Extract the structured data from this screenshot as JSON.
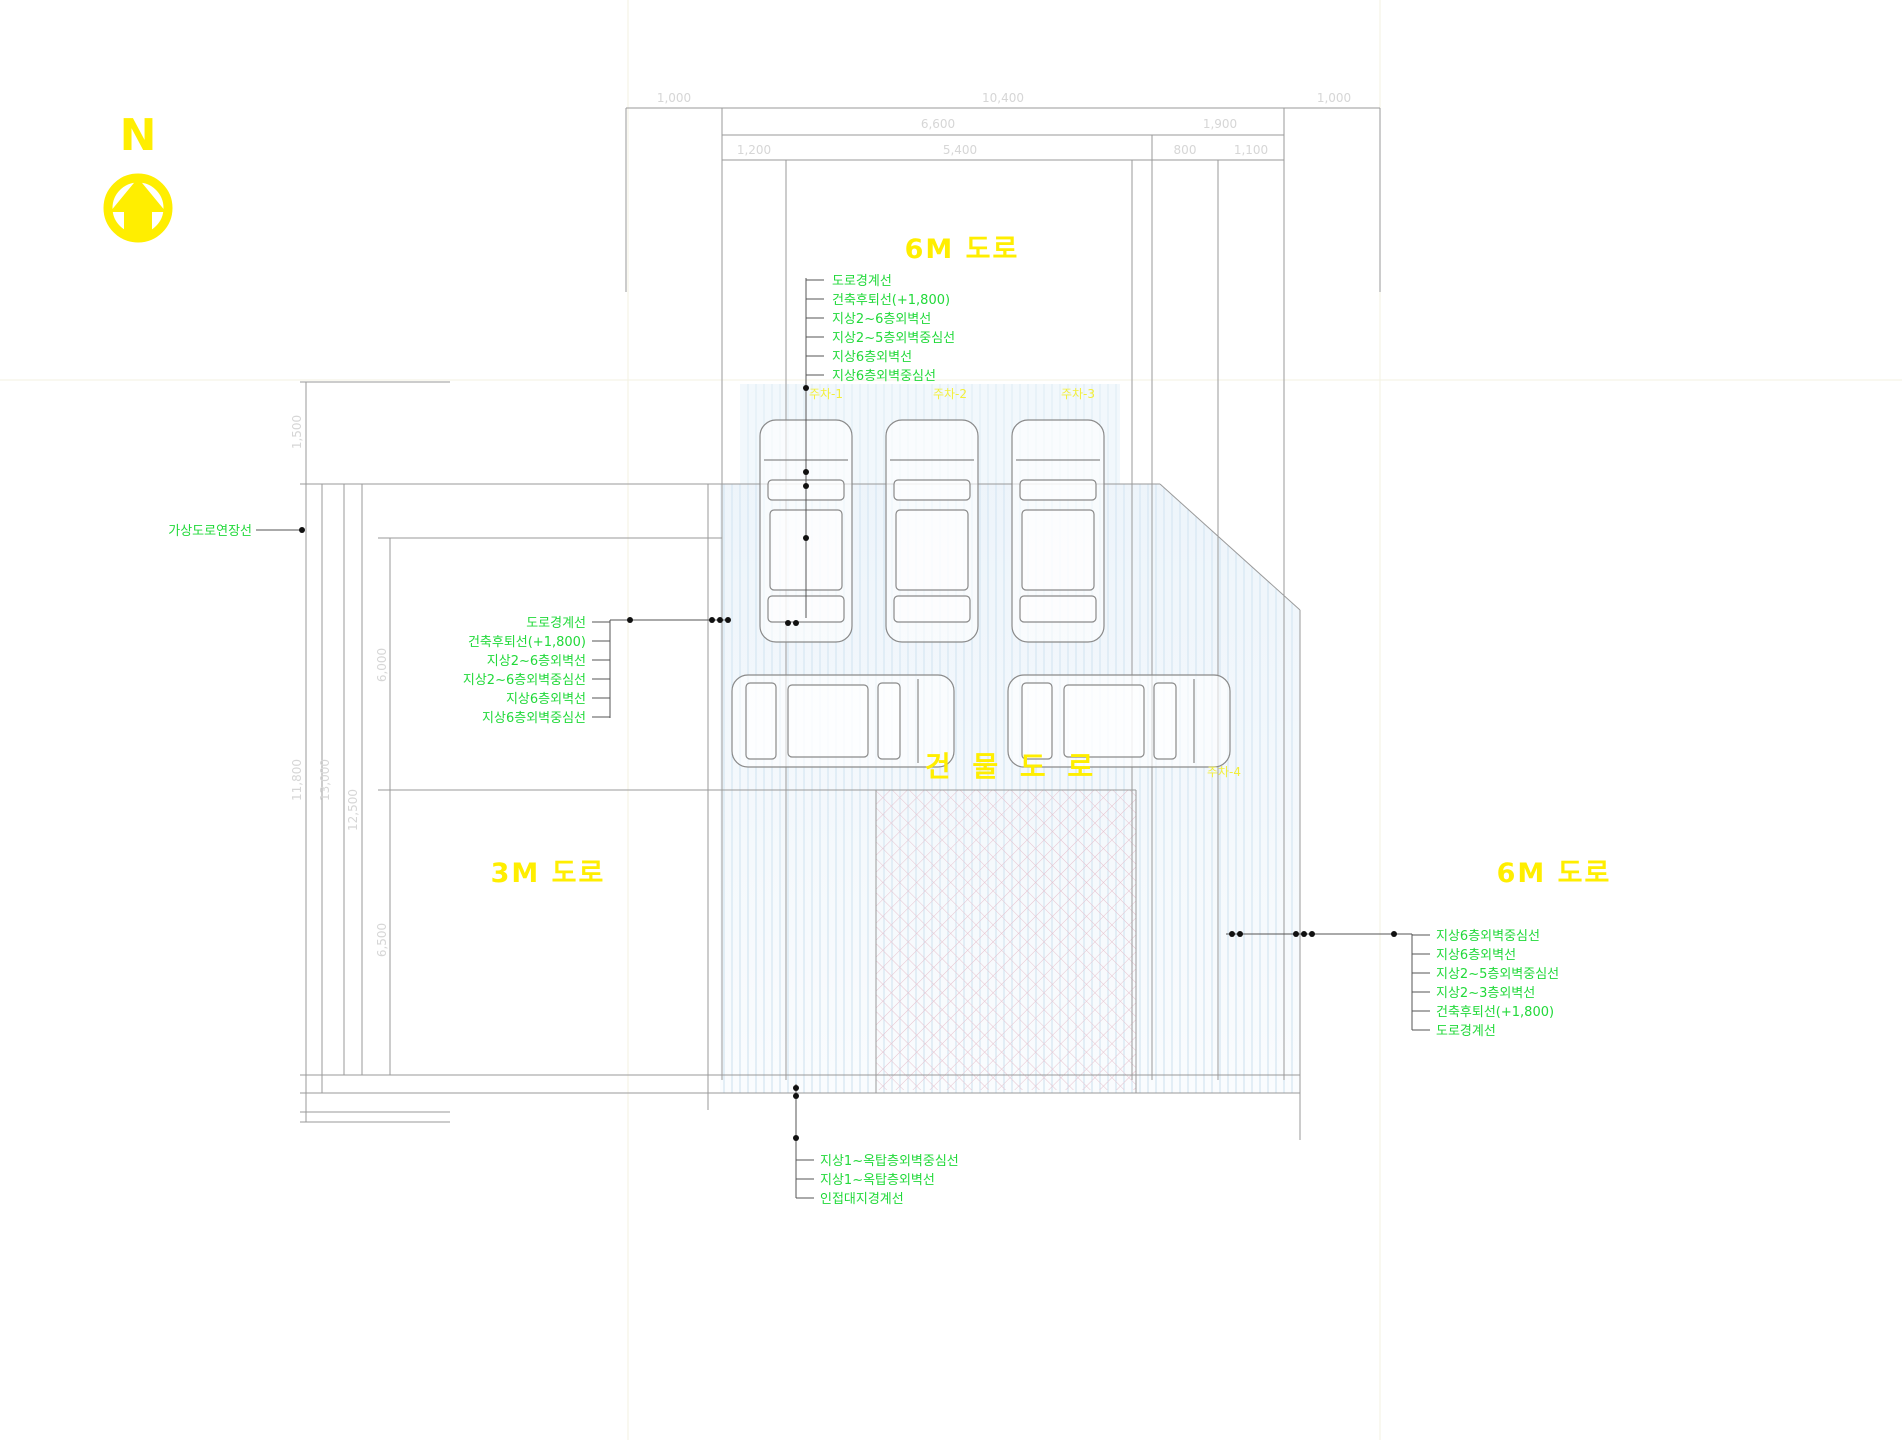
{
  "north_symbol": {
    "letter": "N",
    "icon": "north-arrow-icon"
  },
  "roads": {
    "north": "6M 도로",
    "west": "3M 도로",
    "east": "6M 도로",
    "site": "건 물 도 로"
  },
  "callouts": {
    "top": [
      "도로경계선",
      "건축후퇴선(+1,800)",
      "지상2~6층외벽선",
      "지상2~5층외벽중심선",
      "지상6층외벽선",
      "지상6층외벽중심선"
    ],
    "left_mid": [
      "도로경계선",
      "건축후퇴선(+1,800)",
      "지상2~6층외벽선",
      "지상2~6층외벽중심선",
      "지상6층외벽선",
      "지상6층외벽중심선"
    ],
    "left_edge": "가상도로연장선",
    "right": [
      "지상6층외벽중심선",
      "지상6층외벽선",
      "지상2~5층외벽중심선",
      "지상2~3층외벽선",
      "건축후퇴선(+1,800)",
      "도로경계선"
    ],
    "bottom": [
      "지상1~옥탑층외벽중심선",
      "지상1~옥탑층외벽선",
      "인접대지경계선"
    ]
  },
  "parking_labels": [
    "주차-1",
    "주차-2",
    "주차-3",
    "주차-4"
  ],
  "dimensions": {
    "top_row1": [
      "1,000",
      "10,400",
      "1,000"
    ],
    "top_row2": [
      "6,600",
      "1,900"
    ],
    "top_row3": [
      "1,200",
      "5,400",
      "800",
      "1,100"
    ],
    "left": [
      "1,500",
      "11,800",
      "13,000",
      "12,500",
      "6,000",
      "6,500"
    ]
  },
  "colors": {
    "road_text": "#ffee00",
    "note_text": "#22d93a",
    "hatch": "#cfe6f3",
    "cross_hatch": "#e8c9d4",
    "line": "#8a8a8a",
    "car": "#8a8a8a"
  }
}
